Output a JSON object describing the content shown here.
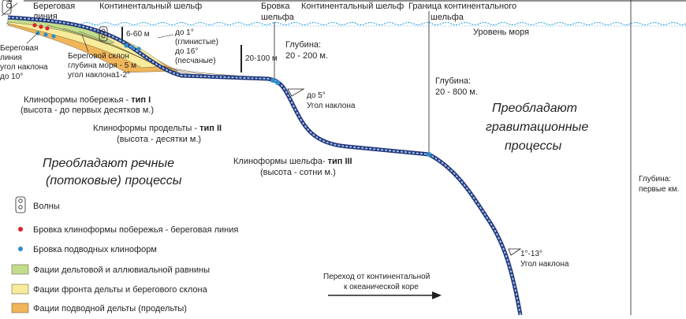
{
  "header": {
    "waves_short": "ОЫ",
    "shoreline": [
      "Береговая",
      "линия"
    ],
    "shelf_left": "Континентальный шельф",
    "shelf_break": [
      "Бровка",
      "шельфа"
    ],
    "shelf_right": "Континентальный шельф",
    "boundary": [
      "Граница континентального",
      "шельфа"
    ],
    "sea_level": "Уровень моря"
  },
  "annotations": {
    "shore_slope": [
      "Береговая",
      "линия",
      "угол наклона",
      "до 10°"
    ],
    "coastal_slope": [
      "Береговой склон",
      "глубина моря - 5 м",
      "угол наклона1-2°"
    ],
    "depth_6_60": "6-60 м",
    "angles_upper": [
      "до 1°",
      "(глинистые)",
      "до 16°",
      "(песчаные)"
    ],
    "depth_20_100": "20-100 м",
    "depth_shelf": [
      "Глубина:",
      "20 - 200 м."
    ],
    "angle_5": [
      "до 5°",
      "Угол наклона"
    ],
    "depth_slope": [
      "Глубина:",
      "20 - 800 м."
    ],
    "gravity": [
      "Преобладают",
      "гравитационные",
      "процессы"
    ],
    "depth_km": [
      "Глубина:",
      "первые км."
    ],
    "angle_1_13": [
      "1°-13°",
      "Угол наклона"
    ],
    "transition": [
      "Переход от континентальной",
      "к океанической коре"
    ]
  },
  "clinoforms": {
    "type1": {
      "label": "Клиноформы побережья - ",
      "type": "тип I",
      "sub": "(высота - до первых десятков м.)"
    },
    "type2": {
      "label": "Клиноформы продельты - ",
      "type": "тип II",
      "sub": "(высота - десятки м.)"
    },
    "type3": {
      "label": "Клиноформы шельфа- ",
      "type": "тип III",
      "sub": "(высота - сотни м.)"
    }
  },
  "river": [
    "Преобладают речные",
    "(потоковые) процессы"
  ],
  "legend": [
    {
      "icon": "waves",
      "label": "Волны"
    },
    {
      "icon": "red-dot",
      "label": "Бровка клиноформы побережья - береговая линия",
      "color": "#d7262c"
    },
    {
      "icon": "blue-dot",
      "label": "Бровка подводных клиноформ",
      "color": "#2a8fd0"
    },
    {
      "icon": "swatch",
      "label": "Фации дельтовой и аллювиальной равнины",
      "color": "#c2dc8c"
    },
    {
      "icon": "swatch",
      "label": "Фации фронта дельты и берегового склона",
      "color": "#f8ec9c"
    },
    {
      "icon": "swatch",
      "label": "Фации подводной дельты (продельты)",
      "color": "#f0b559"
    }
  ],
  "colors": {
    "sea": "#1f9bd4",
    "green": "#c2dc8c",
    "yellow": "#f8ec9c",
    "orange": "#f0b559",
    "red": "#d7262c",
    "blue": "#2a8fd0",
    "profile": "#22357a",
    "profile_light": "#9fc4e8"
  }
}
